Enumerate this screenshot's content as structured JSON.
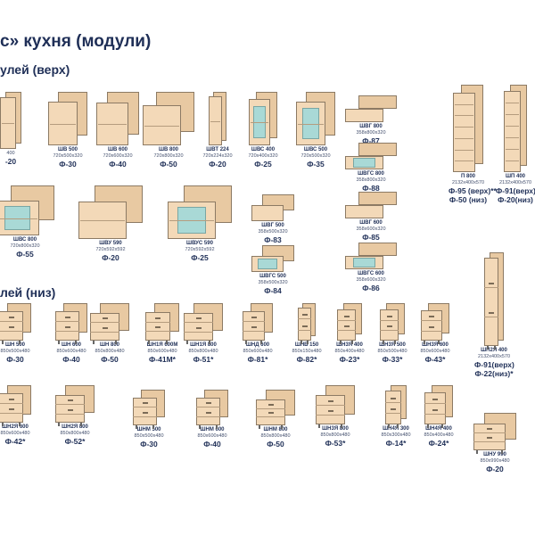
{
  "header": {
    "title": "с» кухня (модули)",
    "upper_section": "улей (верх)",
    "lower_section": "лей (низ)"
  },
  "upper_modules": [
    {
      "name": "",
      "dim": "400",
      "code": "-20",
      "kind": "open"
    },
    {
      "name": "ШВ 500",
      "dim": "720x500x320",
      "code": "Ф-30",
      "kind": "open"
    },
    {
      "name": "ШВ 600",
      "dim": "720x600x320",
      "code": "Ф-40",
      "kind": "open"
    },
    {
      "name": "ШВ 800",
      "dim": "720x800x320",
      "code": "Ф-50",
      "kind": "open"
    },
    {
      "name": "ШВТ 224",
      "dim": "720x224x320",
      "code": "Ф-20",
      "kind": "end"
    },
    {
      "name": "ШВС 400",
      "dim": "720x400x320",
      "code": "Ф-25",
      "kind": "glass"
    },
    {
      "name": "ШВС 500",
      "dim": "720x500x320",
      "code": "Ф-35",
      "kind": "glass"
    },
    {
      "name": "ШВГ 800",
      "dim": "358x800x320",
      "code": "Ф-87",
      "kind": "horiz"
    },
    {
      "name": "ШВГС 800",
      "dim": "358x800x320",
      "code": "Ф-88",
      "kind": "horizglass"
    },
    {
      "name": "П 800",
      "dim": "2132x400x570",
      "code": "Ф-95 (верх)**",
      "code2": "Ф-50 (низ)",
      "kind": "tall"
    },
    {
      "name": "ШП 400",
      "dim": "2132x400x570",
      "code": "Ф-91(верх)",
      "code2": "Ф-20(низ)",
      "kind": "tall"
    },
    {
      "name": "ШВС 800",
      "dim": "720x800x320",
      "code": "Ф-55",
      "kind": "glass2"
    },
    {
      "name": "ШВУ 590",
      "dim": "720x592x592",
      "code": "Ф-20",
      "kind": "corner"
    },
    {
      "name": "ШВУС 590",
      "dim": "720x592x592",
      "code": "Ф-25",
      "kind": "cornerglass"
    },
    {
      "name": "ШВГ 500",
      "dim": "358x500x320",
      "code": "Ф-83",
      "kind": "horiz"
    },
    {
      "name": "ШВГ 600",
      "dim": "358x600x320",
      "code": "Ф-85",
      "kind": "horiz"
    },
    {
      "name": "ШВГС 500",
      "dim": "358x500x320",
      "code": "Ф-84",
      "kind": "horizglass"
    },
    {
      "name": "ШВГС 600",
      "dim": "358x600x320",
      "code": "Ф-86",
      "kind": "horizglass"
    }
  ],
  "lower_modules": [
    {
      "name": "ШН 500",
      "dim": "850x500x480",
      "code": "Ф-30"
    },
    {
      "name": "ШН 600",
      "dim": "850x600x480",
      "code": "Ф-40"
    },
    {
      "name": "ШН 800",
      "dim": "850x800x480",
      "code": "Ф-50"
    },
    {
      "name": "ШН1Я 600М",
      "dim": "850x600x480",
      "code": "Ф-41М*"
    },
    {
      "name": "ШН1Я 800",
      "dim": "850x800x480",
      "code": "Ф-51*"
    },
    {
      "name": "ШНД 600",
      "dim": "850x600x480",
      "code": "Ф-81*"
    },
    {
      "name": "ШНБ 150",
      "dim": "850x150x480",
      "code": "Ф-82*"
    },
    {
      "name": "ШН3Я 400",
      "dim": "850x400x480",
      "code": "Ф-23*"
    },
    {
      "name": "ШН3Я 500",
      "dim": "850x500x480",
      "code": "Ф-33*"
    },
    {
      "name": "ШН3Я 600",
      "dim": "850x600x480",
      "code": "Ф-43*"
    },
    {
      "name": "ШП2Я 400",
      "dim": "2132x400x570",
      "code": "Ф-91(верх)",
      "code2": "Ф-22(низ)*"
    },
    {
      "name": "ШН2Я 600",
      "dim": "850x600x480",
      "code": "Ф-42*"
    },
    {
      "name": "ШН2Я 800",
      "dim": "850x800x480",
      "code": "Ф-52*"
    },
    {
      "name": "ШНМ 500",
      "dim": "850x500x480",
      "code": "Ф-30"
    },
    {
      "name": "ШНМ 600",
      "dim": "850x600x480",
      "code": "Ф-40"
    },
    {
      "name": "ШНМ 800",
      "dim": "850x800x480",
      "code": "Ф-50"
    },
    {
      "name": "ШН3Я 800",
      "dim": "850x800x480",
      "code": "Ф-53*"
    },
    {
      "name": "ШН4Я 300",
      "dim": "850x300x480",
      "code": "Ф-14*"
    },
    {
      "name": "ШН4Я 400",
      "dim": "850x400x480",
      "code": "Ф-24*"
    },
    {
      "name": "ШНУ 990",
      "dim": "850x990x480",
      "code": "Ф-20"
    }
  ],
  "colors": {
    "body": "#f3d9b8",
    "edge": "#8c7a64",
    "glass": "#a9d9d6",
    "text": "#1f2f57"
  }
}
